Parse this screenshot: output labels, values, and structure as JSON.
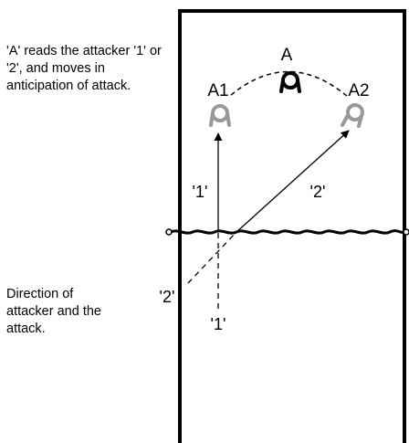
{
  "annotations": {
    "top_note": "'A' reads the attacker '1' or '2', and moves in anticipation of attack.",
    "bottom_note": "Direction of attacker and the attack."
  },
  "labels": {
    "player_a": "A",
    "player_a1": "A1",
    "player_a2": "A2",
    "path_1_upper": "'1'",
    "path_2_upper": "'2'",
    "path_2_start": "'2'",
    "path_1_start": "'1'"
  },
  "colors": {
    "line": "#000000",
    "player_current": "#000000",
    "player_anticipated": "#999999"
  }
}
